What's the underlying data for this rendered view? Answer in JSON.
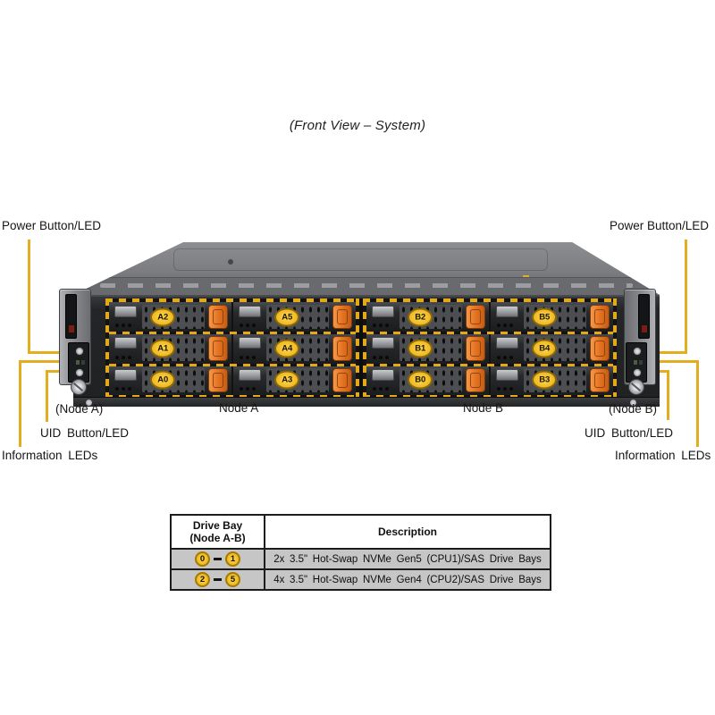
{
  "title": "(Front View – System)",
  "labels": {
    "power_left": "Power Button/LED",
    "power_right": "Power Button/LED",
    "node_a_ear": "(Node A)",
    "node_a": "Node A",
    "node_b": "Node B",
    "node_b_ear": "(Node B)",
    "uid_left": "UID Button/LED",
    "uid_right": "UID Button/LED",
    "info_left": "Information LEDs",
    "info_right": "Information LEDs"
  },
  "chassis": {
    "node_a_bays": [
      "A2",
      "A5",
      "A1",
      "A4",
      "A0",
      "A3"
    ],
    "node_b_bays": [
      "B2",
      "B5",
      "B1",
      "B4",
      "B0",
      "B3"
    ]
  },
  "table": {
    "col1_header_line1": "Drive Bay",
    "col1_header_line2": "(Node A-B)",
    "col2_header": "Description",
    "rows": [
      {
        "bay_start": "0",
        "bay_end": "1",
        "description": "2x 3.5\" Hot-Swap NVMe Gen5 (CPU1)/SAS Drive Bays"
      },
      {
        "bay_start": "2",
        "bay_end": "5",
        "description": "4x 3.5\" Hot-Swap NVMe Gen4 (CPU2)/SAS Drive Bays"
      }
    ]
  },
  "colors": {
    "callout_yellow": "#E4AC1F",
    "hazard_yellow": "#E3A918",
    "latch_orange": "#E2711F",
    "bay_label_yellow": "#EEB41F",
    "table_row_gray": "#C6C6C6"
  }
}
